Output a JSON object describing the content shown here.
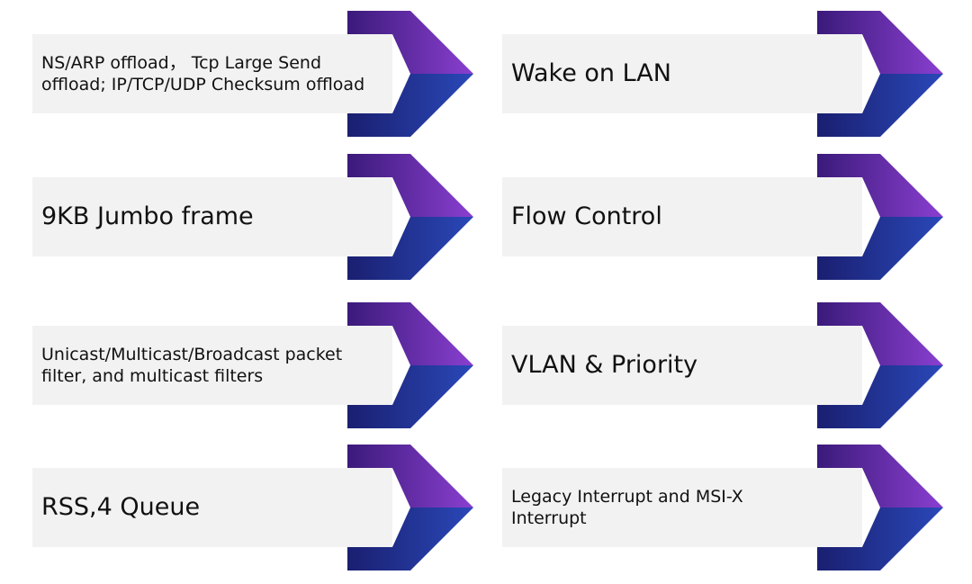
{
  "features": [
    {
      "text": "NS/ARP offload， Tcp Large Send offload; IP/TCP/UDP Checksum offload",
      "size": "small"
    },
    {
      "text": "Wake on LAN",
      "size": "large"
    },
    {
      "text": "9KB Jumbo frame",
      "size": "large"
    },
    {
      "text": "Flow Control",
      "size": "large"
    },
    {
      "text": "Unicast/Multicast/Broadcast packet filter, and multicast filters",
      "size": "small"
    },
    {
      "text": "VLAN & Priority",
      "size": "large"
    },
    {
      "text": "RSS,4 Queue",
      "size": "large"
    },
    {
      "text": "Legacy Interrupt and MSI-X Interrupt",
      "size": "small"
    }
  ],
  "colors": {
    "box": "#f2f2f2",
    "text": "#111111",
    "chevron_top_left": "#3a1a7a",
    "chevron_top_right": "#8a3fd0",
    "chevron_bottom_left": "#1a1f70",
    "chevron_bottom_right": "#2a48b8",
    "chevron_tail": "#221152"
  },
  "icons": [
    "chevron-right-icon"
  ]
}
